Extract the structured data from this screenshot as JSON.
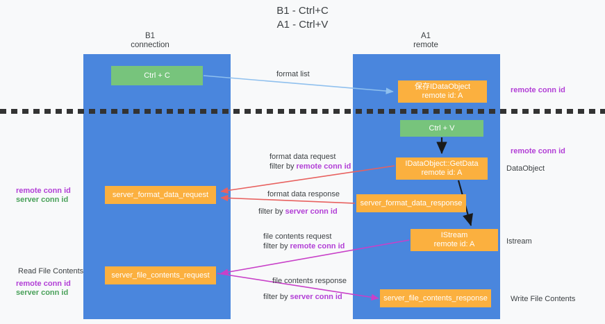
{
  "title": "B1 - Ctrl+C\nA1 - Ctrl+V",
  "lanes": [
    {
      "id": "b1",
      "header": "B1\nconnection",
      "color": "#4a86dd"
    },
    {
      "id": "a1",
      "header": "A1\nremote",
      "color": "#4a86dd"
    }
  ],
  "colors": {
    "lane_blue": "#4a86dd",
    "node_green": "#77c47c",
    "node_orange": "#fbb03f",
    "accent_purple": "#b23fd6",
    "accent_green": "#4aa15a",
    "arrow_lightblue": "#8fc0ee",
    "arrow_red": "#e8615f",
    "arrow_magenta": "#c840c8",
    "arrow_black": "#1a1a1a",
    "divider_black": "#333333",
    "background": "#f8f9fa"
  },
  "nodes": {
    "ctrl_c": "Ctrl + C",
    "idataobject": "保存IDataObject\nremote id: A",
    "ctrl_v": "Ctrl + V",
    "getdata": "IDataObject::GetData\nremote id: A",
    "server_format_data_request": "server_format_data_request",
    "server_format_data_response": "server_format_data_response",
    "istream": "IStream\nremote id: A",
    "server_file_contents_request": "server_file_contents_request",
    "server_file_contents_response": "server_file_contents_response"
  },
  "edges": {
    "format_list": "format list",
    "format_data_request": "format data request",
    "format_data_request_filter_prefix": "filter by ",
    "format_data_request_filter_key": "remote conn id",
    "format_data_response": "format data response",
    "format_data_response_filter_prefix": "filter by ",
    "format_data_response_filter_key": "server conn id",
    "file_contents_request": "file contents request",
    "file_contents_request_filter_prefix": "filter by ",
    "file_contents_request_filter_key": "remote conn id",
    "file_contents_response": "file contents response",
    "file_contents_response_filter_prefix": "filter by ",
    "file_contents_response_filter_key": "server conn id"
  },
  "notes": {
    "right_remote_conn_id_1": "remote conn id",
    "right_remote_conn_id_2": "remote conn id",
    "right_dataobject": "DataObject",
    "right_istream": "Istream",
    "right_write_file_contents": "Write File Contents",
    "left_remote_conn_id_1": "remote conn id",
    "left_server_conn_id_1": "server conn id",
    "left_read_file_contents": "Read File Contents",
    "left_remote_conn_id_2": "remote conn id",
    "left_server_conn_id_2": "server conn id"
  }
}
